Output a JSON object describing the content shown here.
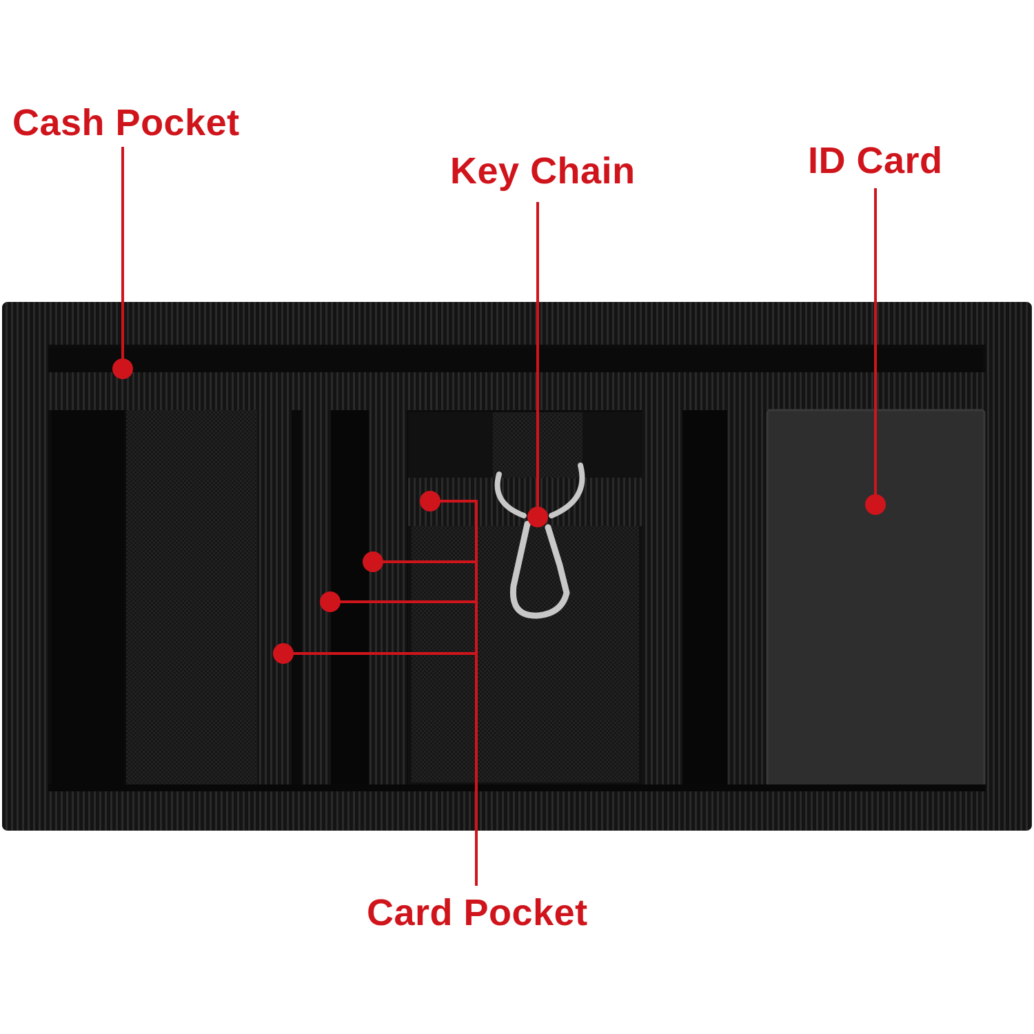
{
  "labels": {
    "cash_pocket": "Cash Pocket",
    "key_chain": "Key Chain",
    "id_card": "ID Card",
    "card_pocket": "Card Pocket"
  },
  "colors": {
    "accent": "#d0141c",
    "wallet": "#0d0d0d",
    "webbing": "#1c1c1c",
    "id_window": "#2e2e2e",
    "metal": "#c8c8c8"
  },
  "icons": {
    "key_clip": "carabiner-icon"
  }
}
